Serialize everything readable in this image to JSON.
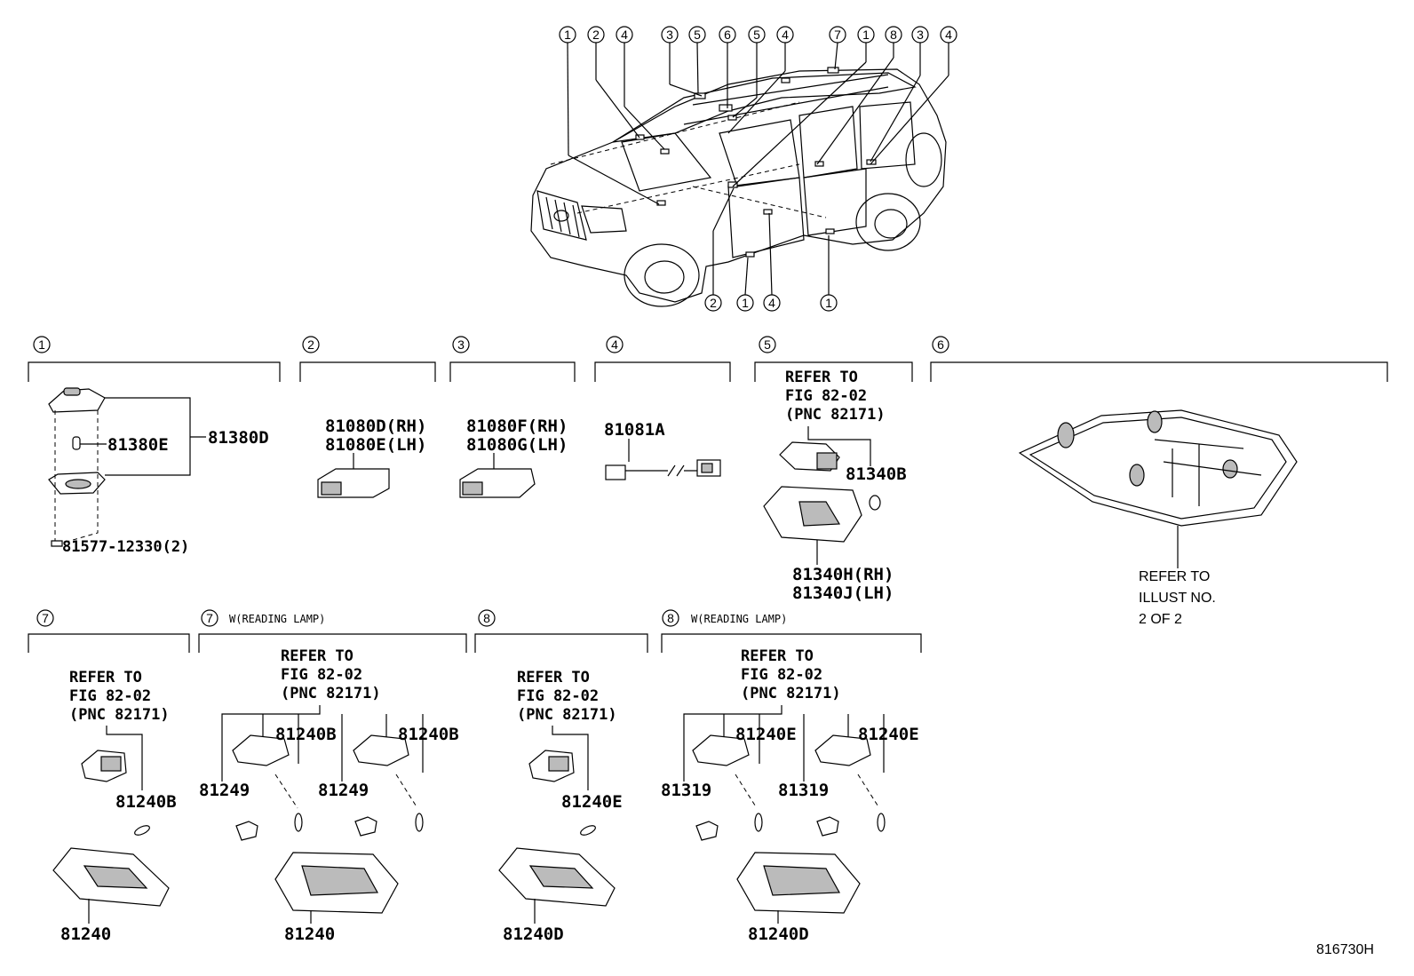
{
  "figure_id": "816730H",
  "vehicle_callouts": {
    "top": [
      "1",
      "2",
      "4",
      "3",
      "5",
      "6",
      "5",
      "4",
      "7",
      "1",
      "8",
      "3",
      "4"
    ],
    "bottom": [
      "2",
      "1",
      "4",
      "1"
    ]
  },
  "sections": [
    {
      "id": "1",
      "parts": {
        "assembly": "81380D",
        "bulb": "81380E",
        "screw": "81577-12330(2)"
      }
    },
    {
      "id": "2",
      "parts": {
        "rh": "81080D(RH)",
        "lh": "81080E(LH)"
      }
    },
    {
      "id": "3",
      "parts": {
        "rh": "81080F(RH)",
        "lh": "81080G(LH)"
      }
    },
    {
      "id": "4",
      "parts": {
        "harness": "81081A"
      }
    },
    {
      "id": "5",
      "refer": [
        "REFER TO",
        "FIG 82-02",
        "(PNC 82171)"
      ],
      "parts": {
        "bulb": "81340B",
        "rh": "81340H(RH)",
        "lh": "81340J(LH)"
      }
    },
    {
      "id": "6",
      "note": [
        "REFER TO",
        "ILLUST NO.",
        "2 OF 2"
      ]
    },
    {
      "id": "7",
      "refer": [
        "REFER TO",
        "FIG 82-02",
        "(PNC 82171)"
      ],
      "parts": {
        "bulb": "81240B",
        "housing": "81240"
      }
    },
    {
      "id": "7",
      "tag": "W(READING LAMP)",
      "refer": [
        "REFER TO",
        "FIG 82-02",
        "(PNC 82171)"
      ],
      "parts": {
        "bulb_a": "81240B",
        "bulb_b": "81240B",
        "socket_a": "81249",
        "socket_b": "81249",
        "housing": "81240"
      }
    },
    {
      "id": "8",
      "refer": [
        "REFER TO",
        "FIG 82-02",
        "(PNC 82171)"
      ],
      "parts": {
        "bulb": "81240E",
        "housing": "81240D"
      }
    },
    {
      "id": "8",
      "tag": "W(READING LAMP)",
      "refer": [
        "REFER TO",
        "FIG 82-02",
        "(PNC 82171)"
      ],
      "parts": {
        "bulb_a": "81240E",
        "bulb_b": "81240E",
        "socket_a": "81319",
        "socket_b": "81319",
        "housing": "81240D"
      }
    }
  ]
}
